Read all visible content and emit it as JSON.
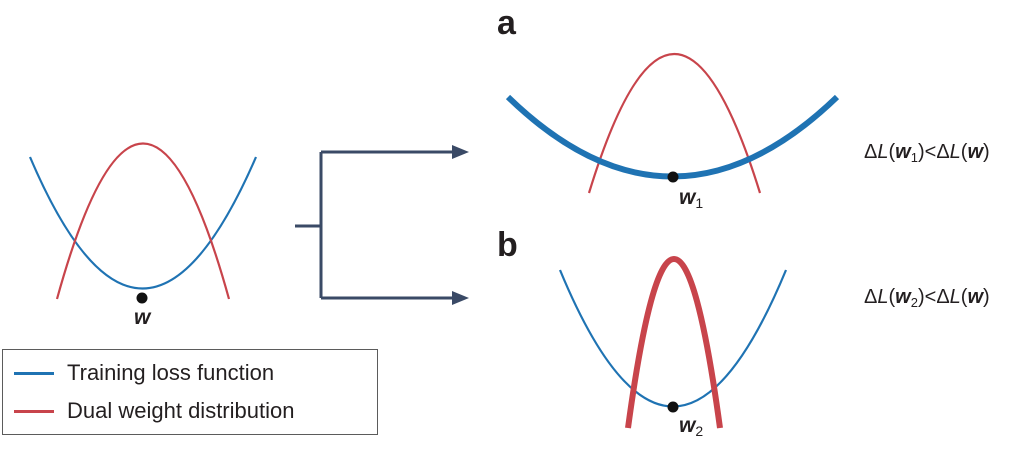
{
  "colors": {
    "training_loss": "#1f73b3",
    "dual_weight": "#c8444b",
    "arrow": "#3a4a66",
    "point": "#111111",
    "text": "#231f20"
  },
  "left": {
    "point_label": "w"
  },
  "panel_a": {
    "letter": "a",
    "point_label": "w",
    "point_sub": "1",
    "equation": {
      "delta": "Δ",
      "L": "L",
      "w_sub": "1",
      "lt": "<",
      "rhs_w": "w",
      "paren_open": "(",
      "paren_close": ")"
    }
  },
  "panel_b": {
    "letter": "b",
    "point_label": "w",
    "point_sub": "2",
    "equation": {
      "delta": "Δ",
      "L": "L",
      "w_sub": "2",
      "lt": "<",
      "rhs_w": "w",
      "paren_open": "(",
      "paren_close": ")"
    }
  },
  "legend": {
    "items": [
      {
        "label": "Training loss function",
        "color": "#1f73b3"
      },
      {
        "label": "Dual weight distribution",
        "color": "#c8444b"
      }
    ]
  }
}
